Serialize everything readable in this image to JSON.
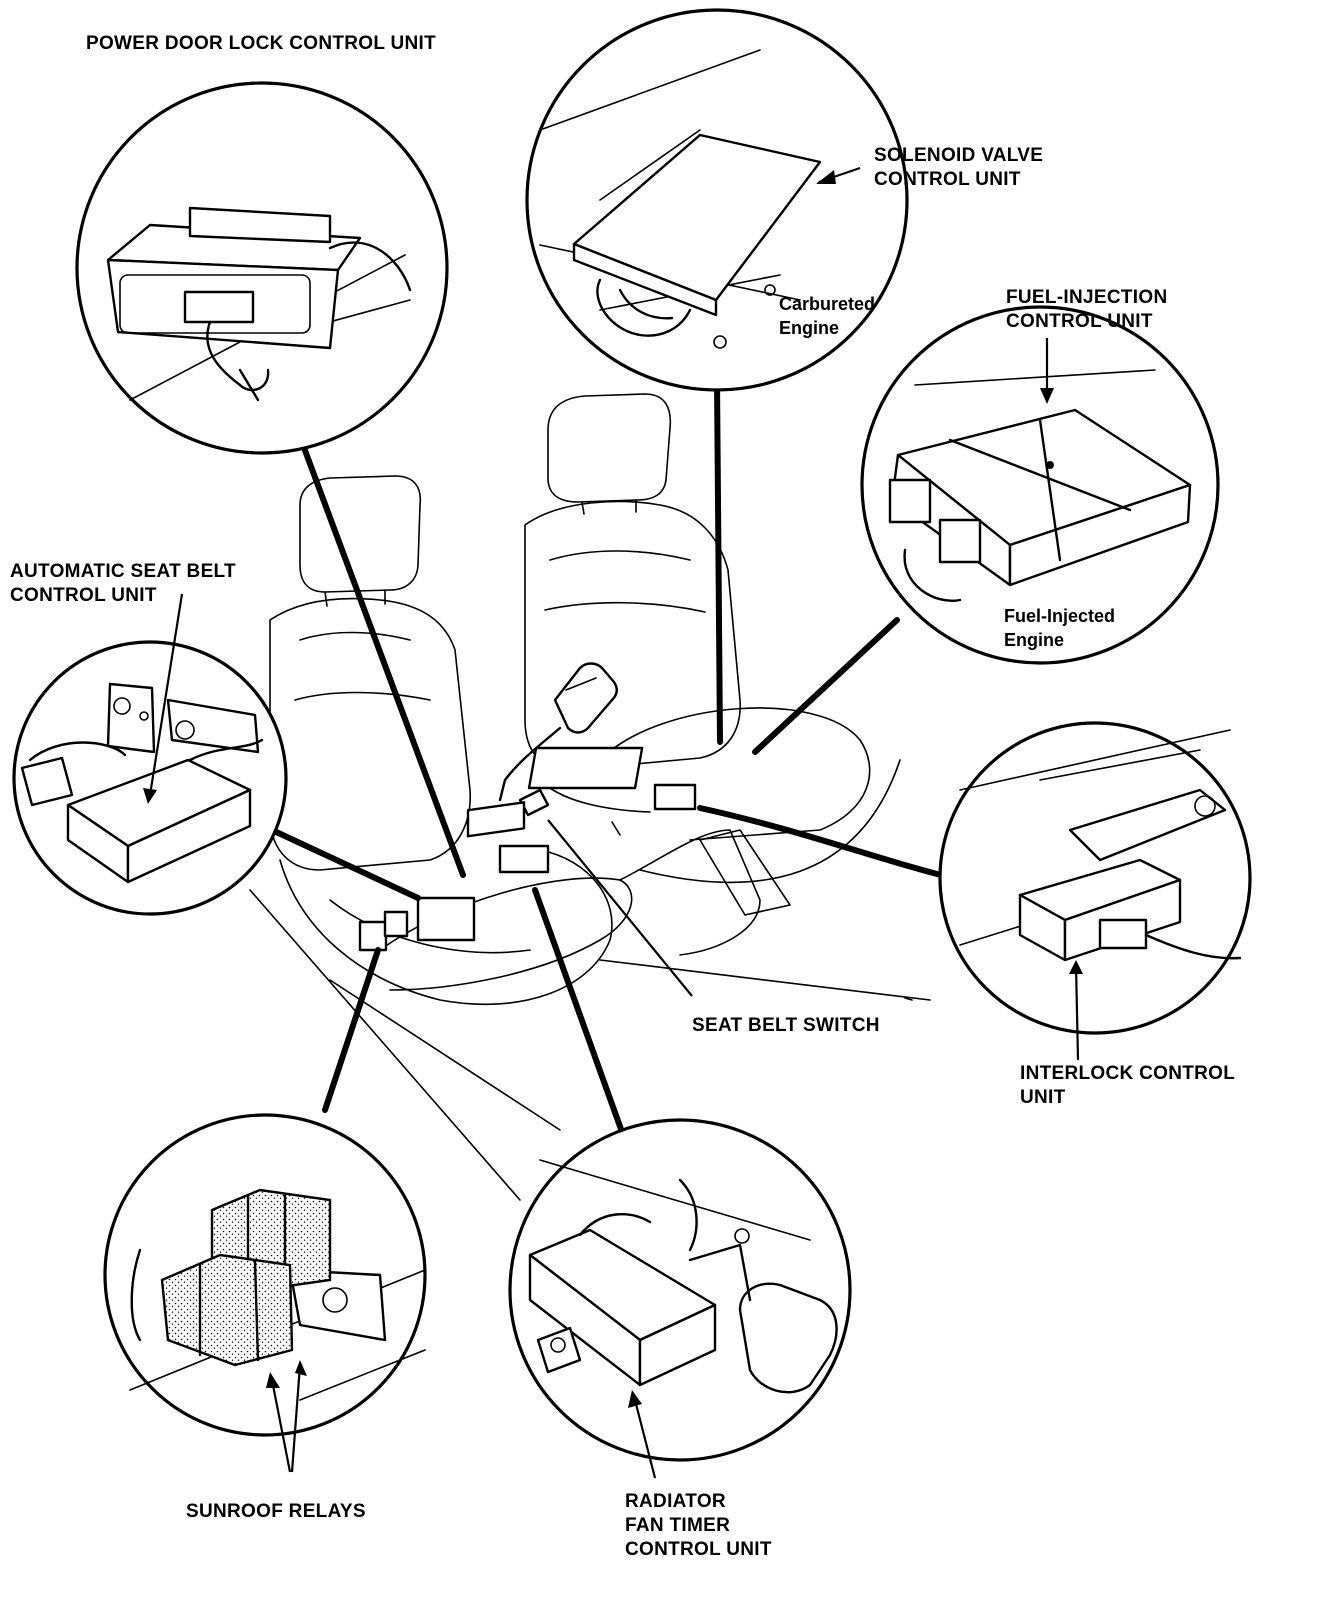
{
  "labels": {
    "power_door_lock": "POWER DOOR LOCK CONTROL UNIT",
    "solenoid_valve_line1": "SOLENOID VALVE",
    "solenoid_valve_line2": "CONTROL UNIT",
    "carbureted_line1": "Carbureted",
    "carbureted_line2": "Engine",
    "fuel_injection_line1": "FUEL-INJECTION",
    "fuel_injection_line2": "CONTROL UNIT",
    "fuel_injected_line1": "Fuel-Injected",
    "fuel_injected_line2": "Engine",
    "auto_seat_belt_line1": "AUTOMATIC SEAT BELT",
    "auto_seat_belt_line2": "CONTROL UNIT",
    "seat_belt_switch": "SEAT BELT SWITCH",
    "interlock_line1": "INTERLOCK CONTROL",
    "interlock_line2": "UNIT",
    "sunroof_relays": "SUNROOF RELAYS",
    "radiator_line1": "RADIATOR",
    "radiator_line2": "FAN TIMER",
    "radiator_line3": "CONTROL UNIT"
  },
  "colors": {
    "ink": "#000000",
    "paper": "#ffffff"
  }
}
